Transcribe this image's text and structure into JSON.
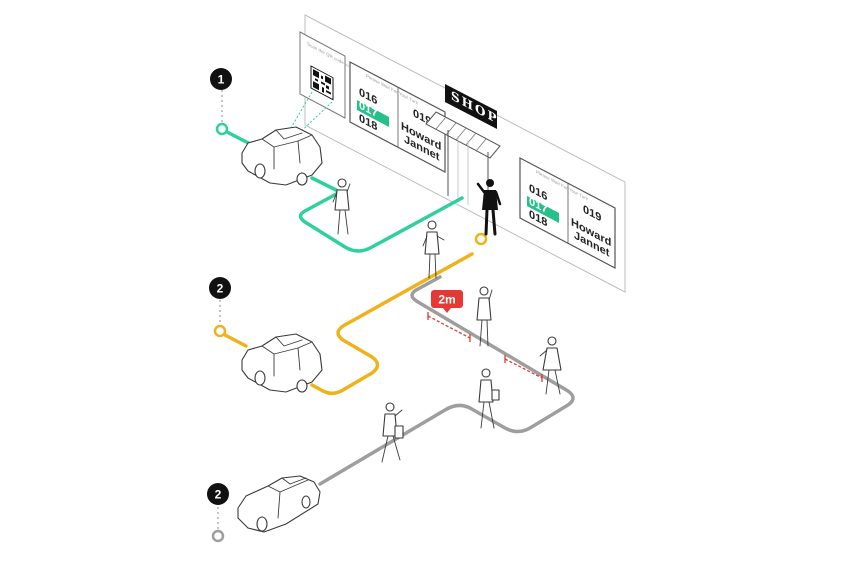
{
  "steps": {
    "top": "1",
    "middle": "2",
    "bottom": "2"
  },
  "shop_sign": "SHOP",
  "qr_panel_caption": "Scan the QR code to register for your turn",
  "screen_left": {
    "caption": "Please Wait For Your Turn",
    "numbers": [
      "016",
      "017",
      "018"
    ],
    "highlighted": "017",
    "current_number": "019",
    "current_name_line1": "Howard",
    "current_name_line2": "Jannet"
  },
  "screen_right": {
    "caption": "Please Wait For Your Turn",
    "numbers": [
      "016",
      "017",
      "018"
    ],
    "highlighted": "017",
    "current_number": "019",
    "current_name_line1": "Howard",
    "current_name_line2": "Jannet"
  },
  "distance_label": "2m",
  "colors": {
    "green_path": "#2fd19a",
    "yellow_path": "#f0b21a",
    "gray_path": "#9e9e9e",
    "badge": "#111111",
    "distance_badge": "#e53935",
    "distance_line": "#e53935",
    "highlight": "#27c089"
  }
}
